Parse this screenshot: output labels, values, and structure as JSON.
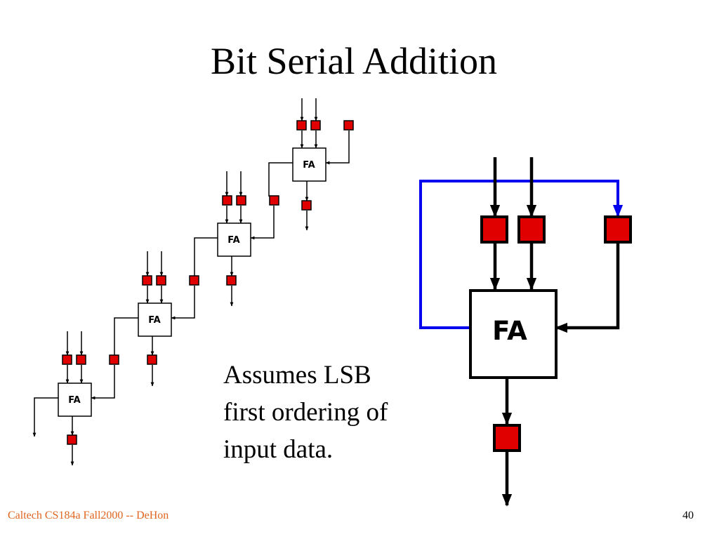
{
  "slide": {
    "title": "Bit Serial Addition",
    "caption_lines": [
      "Assumes LSB",
      "first ordering of",
      "input data."
    ],
    "footer_left": "Caltech CS184a Fall2000 -- DeHon",
    "page_number": "40"
  },
  "diagram": {
    "unrolled_adder_label": "FA",
    "serial_adder_label": "FA",
    "colors": {
      "register_fill": "#e00000",
      "wire": "#000000",
      "feedback_wire": "#0000ee",
      "accent_footer": "#e0651f"
    }
  }
}
